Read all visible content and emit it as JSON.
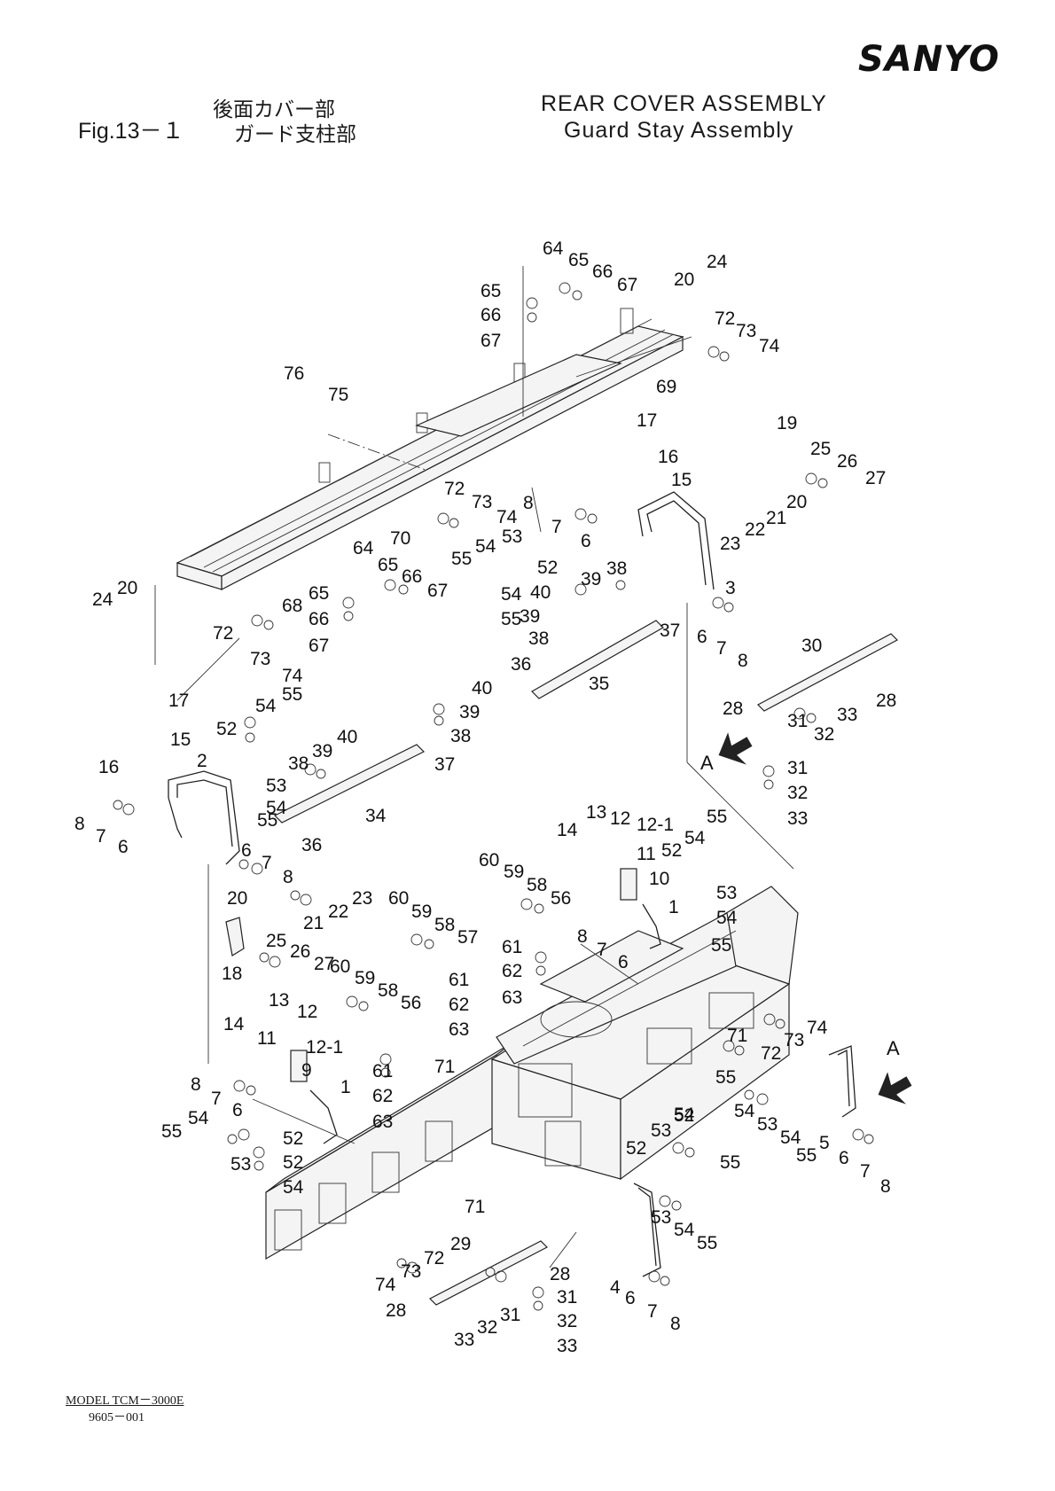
{
  "header": {
    "brand": "SANYO",
    "figure": "Fig.13－１",
    "title_jp_1": "後面カバー部",
    "title_jp_2": "ガード支柱部",
    "title_en_1": "REAR COVER ASSEMBLY",
    "title_en_2": "Guard Stay Assembly"
  },
  "footer": {
    "model": "MODEL TCM－3000E",
    "code": "9605－001"
  },
  "view_arrows": [
    {
      "label": "A"
    },
    {
      "label": "A"
    }
  ],
  "callouts": [
    {
      "id": "c1",
      "text": "64"
    },
    {
      "id": "c2",
      "text": "65"
    },
    {
      "id": "c3",
      "text": "66"
    },
    {
      "id": "c4",
      "text": "67"
    },
    {
      "id": "c5",
      "text": "20"
    },
    {
      "id": "c6",
      "text": "24"
    },
    {
      "id": "c7",
      "text": "65"
    },
    {
      "id": "c8",
      "text": "66"
    },
    {
      "id": "c9",
      "text": "67"
    },
    {
      "id": "c10",
      "text": "72"
    },
    {
      "id": "c11",
      "text": "73"
    },
    {
      "id": "c12",
      "text": "74"
    },
    {
      "id": "c13",
      "text": "69"
    },
    {
      "id": "c14",
      "text": "76"
    },
    {
      "id": "c15",
      "text": "75"
    },
    {
      "id": "c16",
      "text": "17"
    },
    {
      "id": "c17",
      "text": "19"
    },
    {
      "id": "c18",
      "text": "16"
    },
    {
      "id": "c19",
      "text": "25"
    },
    {
      "id": "c20",
      "text": "26"
    },
    {
      "id": "c21",
      "text": "27"
    },
    {
      "id": "c22",
      "text": "15"
    },
    {
      "id": "c23",
      "text": "72"
    },
    {
      "id": "c24",
      "text": "73"
    },
    {
      "id": "c25",
      "text": "74"
    },
    {
      "id": "c26",
      "text": "8"
    },
    {
      "id": "c27",
      "text": "20"
    },
    {
      "id": "c28",
      "text": "23"
    },
    {
      "id": "c29",
      "text": "22"
    },
    {
      "id": "c30",
      "text": "21"
    },
    {
      "id": "c31",
      "text": "70"
    },
    {
      "id": "c32",
      "text": "53"
    },
    {
      "id": "c33",
      "text": "7"
    },
    {
      "id": "c34",
      "text": "6"
    },
    {
      "id": "c35",
      "text": "55"
    },
    {
      "id": "c36",
      "text": "54"
    },
    {
      "id": "c37",
      "text": "52"
    },
    {
      "id": "c38",
      "text": "64"
    },
    {
      "id": "c39",
      "text": "65"
    },
    {
      "id": "c40",
      "text": "66"
    },
    {
      "id": "c41",
      "text": "67"
    },
    {
      "id": "c42",
      "text": "24"
    },
    {
      "id": "c43",
      "text": "20"
    },
    {
      "id": "c44",
      "text": "65"
    },
    {
      "id": "c45",
      "text": "68"
    },
    {
      "id": "c46",
      "text": "66"
    },
    {
      "id": "c47",
      "text": "67"
    },
    {
      "id": "c48",
      "text": "72"
    },
    {
      "id": "c49",
      "text": "73"
    },
    {
      "id": "c50",
      "text": "74"
    },
    {
      "id": "c51",
      "text": "54"
    },
    {
      "id": "c52",
      "text": "55"
    },
    {
      "id": "c53",
      "text": "40"
    },
    {
      "id": "c54",
      "text": "39"
    },
    {
      "id": "c55",
      "text": "38"
    },
    {
      "id": "c56",
      "text": "3"
    },
    {
      "id": "c57",
      "text": "39"
    },
    {
      "id": "c58",
      "text": "38"
    },
    {
      "id": "c59",
      "text": "37"
    },
    {
      "id": "c60",
      "text": "6"
    },
    {
      "id": "c61",
      "text": "7"
    },
    {
      "id": "c62",
      "text": "8"
    },
    {
      "id": "c63",
      "text": "36"
    },
    {
      "id": "c64",
      "text": "35"
    },
    {
      "id": "c65",
      "text": "30"
    },
    {
      "id": "c66",
      "text": "28"
    },
    {
      "id": "c67",
      "text": "28"
    },
    {
      "id": "c68",
      "text": "33"
    },
    {
      "id": "c69",
      "text": "31"
    },
    {
      "id": "c70",
      "text": "32"
    },
    {
      "id": "c71",
      "text": "31"
    },
    {
      "id": "c72",
      "text": "32"
    },
    {
      "id": "c73",
      "text": "33"
    },
    {
      "id": "c74",
      "text": "17"
    },
    {
      "id": "c75",
      "text": "40"
    },
    {
      "id": "c76",
      "text": "39"
    },
    {
      "id": "c77",
      "text": "38"
    },
    {
      "id": "c78",
      "text": "37"
    },
    {
      "id": "c79",
      "text": "15"
    },
    {
      "id": "c80",
      "text": "16"
    },
    {
      "id": "c81",
      "text": "52"
    },
    {
      "id": "c82",
      "text": "54"
    },
    {
      "id": "c83",
      "text": "55"
    },
    {
      "id": "c84",
      "text": "2"
    },
    {
      "id": "c85",
      "text": "38"
    },
    {
      "id": "c86",
      "text": "39"
    },
    {
      "id": "c87",
      "text": "40"
    },
    {
      "id": "c88",
      "text": "53"
    },
    {
      "id": "c89",
      "text": "54"
    },
    {
      "id": "c90",
      "text": "8"
    },
    {
      "id": "c91",
      "text": "7"
    },
    {
      "id": "c92",
      "text": "6"
    },
    {
      "id": "c93",
      "text": "55"
    },
    {
      "id": "c94",
      "text": "34"
    },
    {
      "id": "c95",
      "text": "36"
    },
    {
      "id": "c96",
      "text": "6"
    },
    {
      "id": "c97",
      "text": "7"
    },
    {
      "id": "c98",
      "text": "8"
    },
    {
      "id": "c99",
      "text": "20"
    },
    {
      "id": "c100",
      "text": "21"
    },
    {
      "id": "c101",
      "text": "22"
    },
    {
      "id": "c102",
      "text": "23"
    },
    {
      "id": "c103",
      "text": "25"
    },
    {
      "id": "c104",
      "text": "26"
    },
    {
      "id": "c105",
      "text": "27"
    },
    {
      "id": "c106",
      "text": "18"
    },
    {
      "id": "c107",
      "text": "13"
    },
    {
      "id": "c108",
      "text": "12"
    },
    {
      "id": "c109",
      "text": "12-1"
    },
    {
      "id": "c110",
      "text": "14"
    },
    {
      "id": "c111",
      "text": "11"
    },
    {
      "id": "c112",
      "text": "10"
    },
    {
      "id": "c113",
      "text": "55"
    },
    {
      "id": "c114",
      "text": "54"
    },
    {
      "id": "c115",
      "text": "52"
    },
    {
      "id": "c116",
      "text": "60"
    },
    {
      "id": "c117",
      "text": "59"
    },
    {
      "id": "c118",
      "text": "58"
    },
    {
      "id": "c119",
      "text": "56"
    },
    {
      "id": "c120",
      "text": "1"
    },
    {
      "id": "c121",
      "text": "53"
    },
    {
      "id": "c122",
      "text": "54"
    },
    {
      "id": "c123",
      "text": "8"
    },
    {
      "id": "c124",
      "text": "7"
    },
    {
      "id": "c125",
      "text": "6"
    },
    {
      "id": "c126",
      "text": "60"
    },
    {
      "id": "c127",
      "text": "59"
    },
    {
      "id": "c128",
      "text": "58"
    },
    {
      "id": "c129",
      "text": "57"
    },
    {
      "id": "c130",
      "text": "61"
    },
    {
      "id": "c131",
      "text": "62"
    },
    {
      "id": "c132",
      "text": "63"
    },
    {
      "id": "c133",
      "text": "55"
    },
    {
      "id": "c134",
      "text": "60"
    },
    {
      "id": "c135",
      "text": "59"
    },
    {
      "id": "c136",
      "text": "58"
    },
    {
      "id": "c137",
      "text": "56"
    },
    {
      "id": "c138",
      "text": "61"
    },
    {
      "id": "c139",
      "text": "62"
    },
    {
      "id": "c140",
      "text": "63"
    },
    {
      "id": "c141",
      "text": "13"
    },
    {
      "id": "c142",
      "text": "12"
    },
    {
      "id": "c143",
      "text": "14"
    },
    {
      "id": "c144",
      "text": "11"
    },
    {
      "id": "c145",
      "text": "12-1"
    },
    {
      "id": "c146",
      "text": "9"
    },
    {
      "id": "c147",
      "text": "61"
    },
    {
      "id": "c148",
      "text": "62"
    },
    {
      "id": "c149",
      "text": "63"
    },
    {
      "id": "c150",
      "text": "71"
    },
    {
      "id": "c151",
      "text": "73"
    },
    {
      "id": "c152",
      "text": "74"
    },
    {
      "id": "c153",
      "text": "71"
    },
    {
      "id": "c154",
      "text": "72"
    },
    {
      "id": "c155",
      "text": "8"
    },
    {
      "id": "c156",
      "text": "7"
    },
    {
      "id": "c157",
      "text": "6"
    },
    {
      "id": "c158",
      "text": "1"
    },
    {
      "id": "c159",
      "text": "52"
    },
    {
      "id": "c160",
      "text": "54"
    },
    {
      "id": "c161",
      "text": "55"
    },
    {
      "id": "c162",
      "text": "52"
    },
    {
      "id": "c163",
      "text": "53"
    },
    {
      "id": "c164",
      "text": "54"
    },
    {
      "id": "c165",
      "text": "55"
    },
    {
      "id": "c166",
      "text": "52"
    },
    {
      "id": "c167",
      "text": "54"
    },
    {
      "id": "c168",
      "text": "53"
    },
    {
      "id": "c169",
      "text": "54"
    },
    {
      "id": "c170",
      "text": "55"
    },
    {
      "id": "c171",
      "text": "5"
    },
    {
      "id": "c172",
      "text": "6"
    },
    {
      "id": "c173",
      "text": "7"
    },
    {
      "id": "c174",
      "text": "8"
    },
    {
      "id": "c175",
      "text": "54"
    },
    {
      "id": "c176",
      "text": "53"
    },
    {
      "id": "c177",
      "text": "52"
    },
    {
      "id": "c178",
      "text": "55"
    },
    {
      "id": "c179",
      "text": "71"
    },
    {
      "id": "c180",
      "text": "53"
    },
    {
      "id": "c181",
      "text": "54"
    },
    {
      "id": "c182",
      "text": "55"
    },
    {
      "id": "c183",
      "text": "29"
    },
    {
      "id": "c184",
      "text": "74"
    },
    {
      "id": "c185",
      "text": "73"
    },
    {
      "id": "c186",
      "text": "72"
    },
    {
      "id": "c187",
      "text": "28"
    },
    {
      "id": "c188",
      "text": "4"
    },
    {
      "id": "c189",
      "text": "6"
    },
    {
      "id": "c190",
      "text": "7"
    },
    {
      "id": "c191",
      "text": "8"
    },
    {
      "id": "c192",
      "text": "31"
    },
    {
      "id": "c193",
      "text": "32"
    },
    {
      "id": "c194",
      "text": "33"
    },
    {
      "id": "c195",
      "text": "28"
    },
    {
      "id": "c196",
      "text": "33"
    },
    {
      "id": "c197",
      "text": "32"
    },
    {
      "id": "c198",
      "text": "31"
    }
  ]
}
